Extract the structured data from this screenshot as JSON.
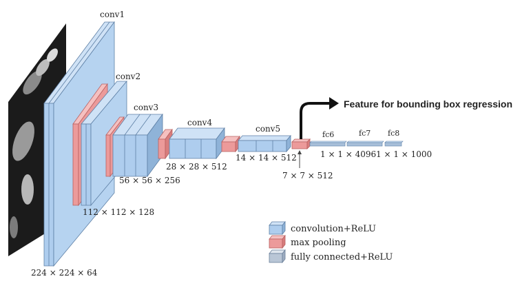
{
  "colors": {
    "conv": "#aecdee",
    "conv_side": "#8fb3d8",
    "conv_top": "#cfe2f6",
    "pool": "#ec9a9a",
    "pool_side": "#d87d7d",
    "pool_top": "#f5c0c0",
    "fc": "#a7bfd9",
    "edge": "#5d7fa5",
    "pool_edge": "#b86060",
    "arrow": "#111111"
  },
  "layers": {
    "conv1": "conv1",
    "conv2": "conv2",
    "conv3": "conv3",
    "conv4": "conv4",
    "conv5": "conv5",
    "fc6": "fc6",
    "fc7": "fc7",
    "fc8": "fc8"
  },
  "dims": {
    "conv1": "224 × 224 × 64",
    "conv2": "112 × 112 × 128",
    "conv3": "56 × 56 × 256",
    "conv4": "28 × 28 × 512",
    "conv5": "14 × 14 × 512",
    "pool5": "7 × 7 × 512",
    "fc67": "1 × 1 × 4096",
    "fc8": "1 × 1 × 1000"
  },
  "annotation": "Feature for bounding box regression",
  "legend": {
    "conv": "convolution+ReLU",
    "pool": "max pooling",
    "fc": "fully connected+ReLU"
  },
  "input_image": "input-image"
}
